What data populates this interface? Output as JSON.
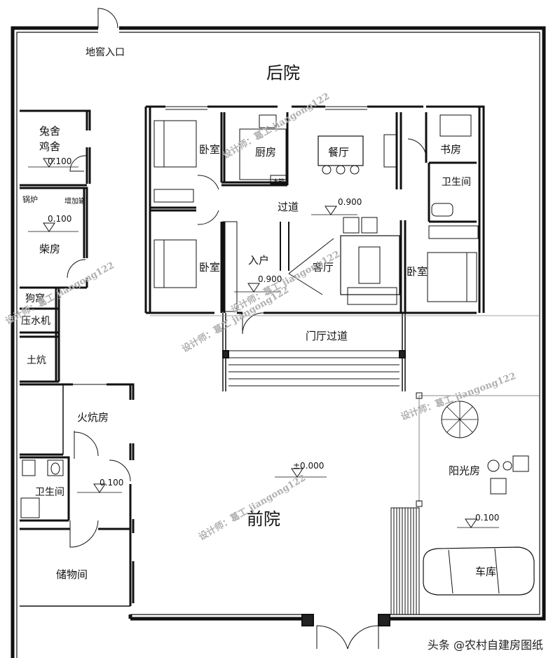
{
  "rooms": {
    "back_yard": "后院",
    "cellar_entrance": "地窖入口",
    "rabbit_chicken_1": "兔舍",
    "rabbit_chicken_2": "鸡舍",
    "boiler": "锅炉",
    "pressure_tank": "增加罐",
    "firewood_room": "柴房",
    "dog_house": "狗窝",
    "water_pump": "压水机",
    "earth_kang": "土炕",
    "kang_room": "火炕房",
    "toilet_left": "卫生间",
    "storage": "储物间",
    "bedroom_top_left": "卧室",
    "bedroom_bottom_left": "卧室",
    "bedroom_right": "卧室",
    "kitchen": "厨房",
    "fridge": "冰箱",
    "dining": "餐厅",
    "study": "书房",
    "toilet_right": "卫生间",
    "corridor": "过道",
    "entrance": "入户",
    "living_room": "客厅",
    "porch_corridor": "门厅过道",
    "sunroom": "阳光房",
    "garage": "车库",
    "front_yard": "前院"
  },
  "levels": {
    "coop": "0.100",
    "firewood": "0.100",
    "corridor": "0.900",
    "entrance": "0.900",
    "toilet_left": "0.100",
    "front_yard": "±0.000",
    "sunroom": "0.100"
  },
  "watermarks": [
    "设计师：葛工 jiangong122",
    "设计师：葛工 jiangong122",
    "设计师：葛工 jiangong122",
    "设计师：葛工 jiangong122",
    "设计师：葛工 jiangong122",
    "设计师：葛工 jiangong122"
  ],
  "credit": "头条 @农村自建房图纸"
}
